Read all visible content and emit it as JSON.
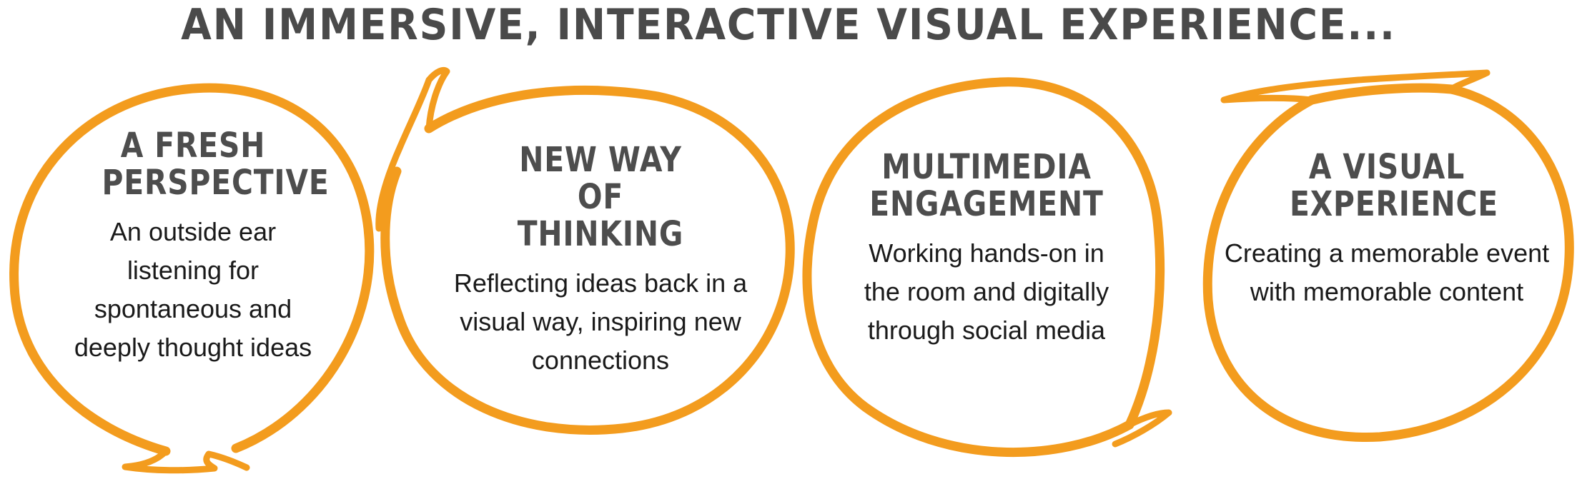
{
  "title": "AN IMMERSIVE, INTERACTIVE VISUAL EXPERIENCE...",
  "accent_color": "#f39c1e",
  "bubbles": [
    {
      "heading": "A FRESH PERSPECTIVE",
      "body": "An outside ear listening for spontaneous and deeply thought ideas"
    },
    {
      "heading": "NEW WAY OF THINKING",
      "body": "Reflecting ideas back in a visual way, inspiring new connections"
    },
    {
      "heading": "MULTIMEDIA ENGAGEMENT",
      "body": "Working hands-on in the room and digitally through social media"
    },
    {
      "heading": "A VISUAL EXPERIENCE",
      "body": "Creating a memorable event with memorable content"
    }
  ]
}
